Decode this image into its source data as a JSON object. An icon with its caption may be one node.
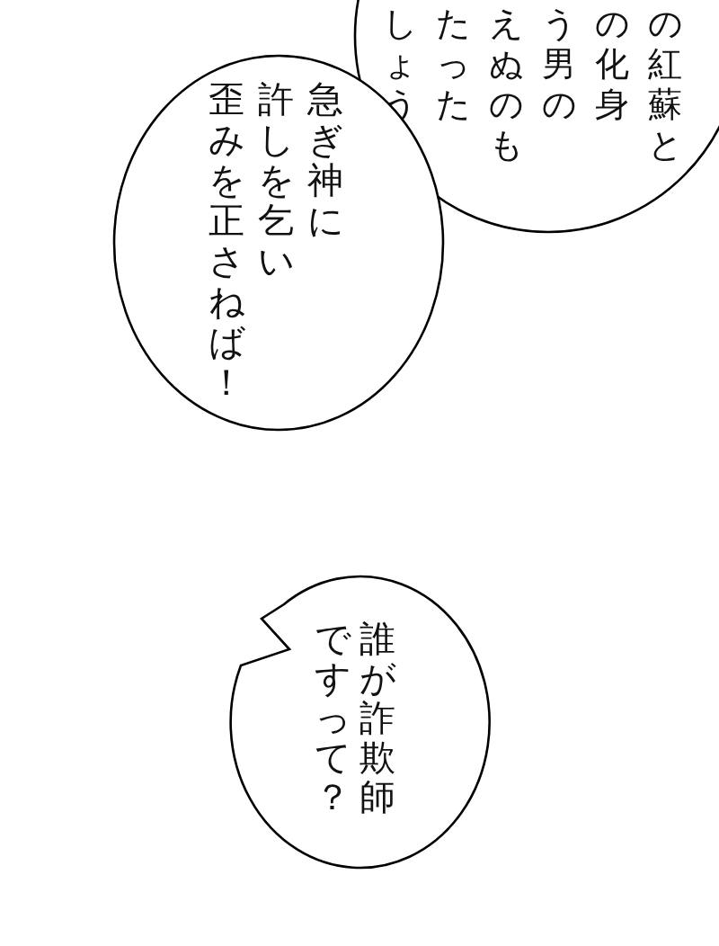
{
  "diagram": {
    "nodes": [
      {
        "text": [
          "の紅蘇との化身う男のえぬのもたったしょう"
        ]
      },
      {
        "text": [
          "急ぎ神に許しを乞い歪みを正さねば！"
        ]
      },
      {
        "text": [
          "誰が詐欺師ですって？"
        ]
      }
    ]
  }
}
